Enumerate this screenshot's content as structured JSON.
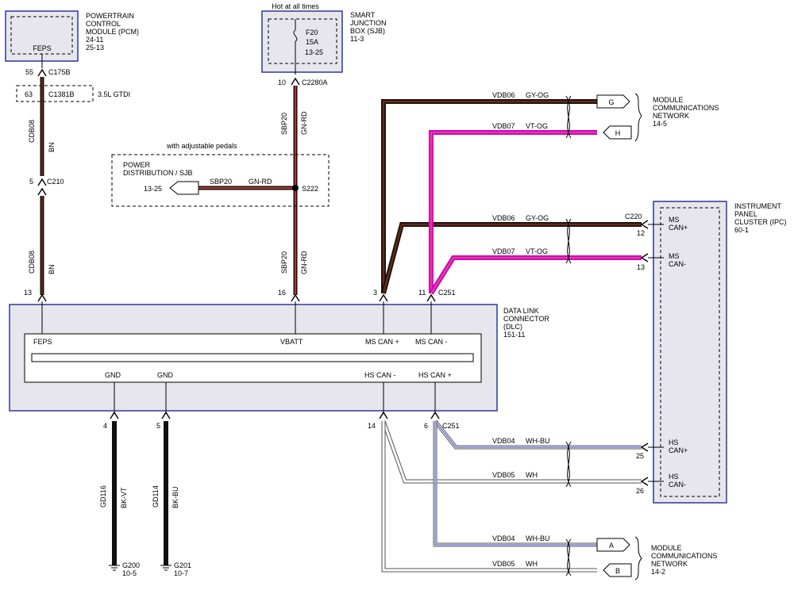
{
  "colors": {
    "box_blue": "#2b3a98",
    "box_fill": "#e6e6ec",
    "wire_black": "#111111",
    "wire_brown": "#6a2a12",
    "wire_pink": "#d400d0",
    "wire_red": "#c0312b",
    "wire_white": "#ffffff",
    "wire_blue": "#2a3fb8",
    "wire_green": "#2f6a2f",
    "wire_gray": "#8a9a7a",
    "wire_orange": "#e08a2a"
  },
  "pcm": {
    "title_lines": [
      "POWERTRAIN",
      "CONTROL",
      "MODULE (PCM)",
      "24-11",
      "25-13"
    ],
    "feps_label": "FEPS",
    "pin_55": "55",
    "conn_c175b": "C175B",
    "pin_63": "63",
    "conn_c1381b": "C1381B",
    "engine_note": "3.5L GTDI",
    "circuit_cdb08_top": "CDB08",
    "color_bn_top": "BN",
    "pin_5": "5",
    "conn_c210": "C210",
    "circuit_cdb08_bottom": "CDB08",
    "color_bn_bottom": "BN",
    "pin_13": "13"
  },
  "sjb": {
    "hot_label": "Hot at all times",
    "title_lines": [
      "SMART",
      "JUNCTION",
      "BOX (SJB)",
      "11-3"
    ],
    "fuse_lines": [
      "F20",
      "15A",
      "13-25"
    ],
    "pin_10": "10",
    "conn_c2280a": "C2280A",
    "circuit_sbp20_top": "SBP20",
    "color_gnrd_top": "GN-RD",
    "circuit_sbp20_bottom": "SBP20",
    "color_gnrd_bottom": "GN-RD",
    "pin_16": "16"
  },
  "pedals": {
    "note": "with adjustable pedals",
    "title_lines": [
      "POWER",
      "DISTRIBUTION / SJB"
    ],
    "ref": "13-25",
    "circuit": "SBP20",
    "color": "GN-RD",
    "splice": "S222"
  },
  "mcn_top": {
    "wire1_circuit": "VDB06",
    "wire1_color": "GY-OG",
    "wire1_tag": "G",
    "wire2_circuit": "VDB07",
    "wire2_color": "VT-OG",
    "wire2_tag": "H",
    "title_lines": [
      "MODULE",
      "COMMUNICATIONS",
      "NETWORK",
      "14-5"
    ]
  },
  "ipc": {
    "title_lines": [
      "INSTRUMENT",
      "PANEL",
      "CLUSTER (IPC)",
      "60-1"
    ],
    "conn_c220": "C220",
    "pin_12": "12",
    "pin_13": "13",
    "pin_25": "25",
    "pin_26": "26",
    "ms_canp": [
      "MS",
      "CAN+"
    ],
    "ms_canm": [
      "MS",
      "CAN-"
    ],
    "hs_canp": [
      "HS",
      "CAN+"
    ],
    "hs_canm": [
      "HS",
      "CAN-"
    ],
    "ms_wire1_circuit": "VDB06",
    "ms_wire1_color": "GY-OG",
    "ms_wire2_circuit": "VDB07",
    "ms_wire2_color": "VT-OG",
    "hs_wire1_circuit": "VDB04",
    "hs_wire1_color": "WH-BU",
    "hs_wire2_circuit": "VDB05",
    "hs_wire2_color": "WH"
  },
  "dlc": {
    "title_lines": [
      "DATA LINK",
      "CONNECTOR",
      "(DLC)",
      "151-11"
    ],
    "pin_3": "3",
    "pin_11": "11",
    "conn_c251_top": "C251",
    "pin_14": "14",
    "pin_6": "6",
    "conn_c251_bottom": "C251",
    "pin_4": "4",
    "pin_5": "5",
    "label_feps": "FEPS",
    "label_vbatt": "VBATT",
    "label_mscanp": "MS CAN +",
    "label_mscanm": "MS CAN -",
    "label_gnd1": "GND",
    "label_gnd2": "GND",
    "label_hscanm": "HS CAN -",
    "label_hscanp": "HS CAN +"
  },
  "grounds": {
    "g1_circuit": "GD116",
    "g1_color": "BK-VT",
    "g1_name": "G200",
    "g1_ref": "10-5",
    "g2_circuit": "GD114",
    "g2_color": "BK-BU",
    "g2_name": "G201",
    "g2_ref": "10-7"
  },
  "mcn_bottom": {
    "wire1_circuit": "VDB04",
    "wire1_color": "WH-BU",
    "wire1_tag": "A",
    "wire2_circuit": "VDB05",
    "wire2_color": "WH",
    "wire2_tag": "B",
    "title_lines": [
      "MODULE",
      "COMMUNICATIONS",
      "NETWORK",
      "14-2"
    ]
  }
}
